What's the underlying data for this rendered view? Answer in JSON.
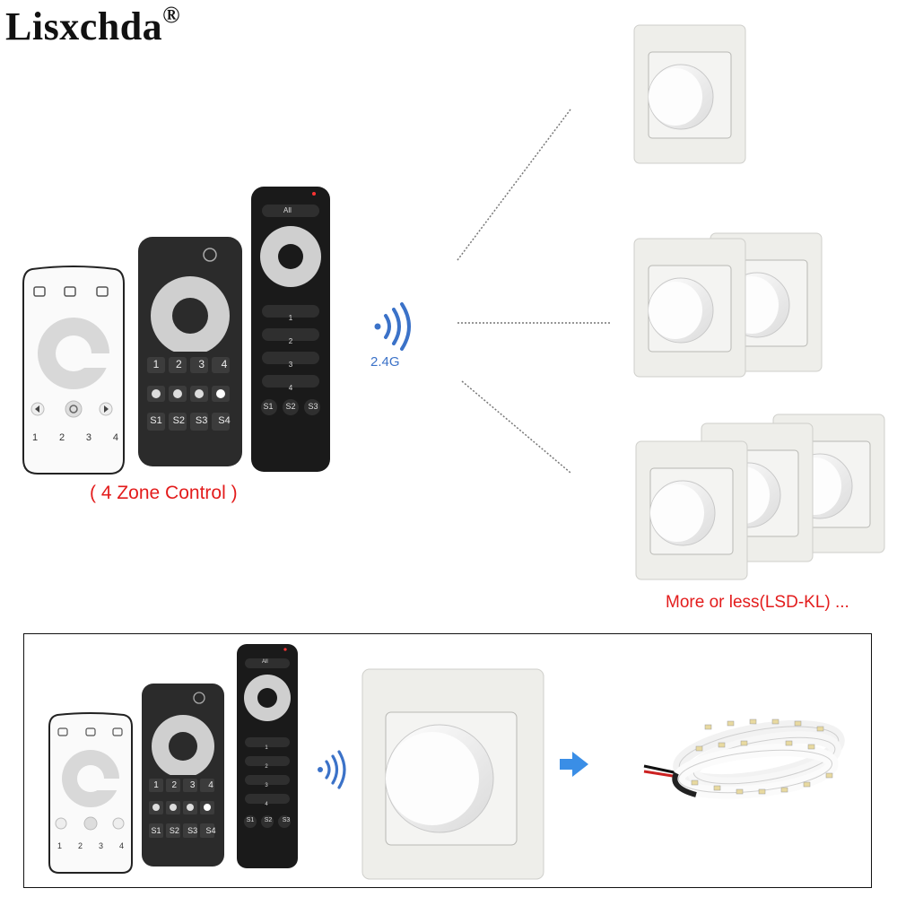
{
  "brand": {
    "name": "Lisxchda",
    "registered": "®"
  },
  "labels": {
    "zone_control": "( 4 Zone Control )",
    "more_or_less": "More or less(LSD-KL) ...",
    "signal": "2.4G"
  },
  "remote_white": {
    "numbers": [
      "1",
      "2",
      "3",
      "4"
    ]
  },
  "remote_dark": {
    "numbers": [
      "1",
      "2",
      "3",
      "4"
    ],
    "scene": [
      "S1",
      "S2",
      "S3",
      "S4"
    ]
  },
  "remote_slim": {
    "all_label": "All",
    "zones": [
      "1",
      "2",
      "3",
      "4"
    ],
    "scene": [
      "S1",
      "S2",
      "S3"
    ]
  },
  "colors": {
    "accent_red": "#e31c1c",
    "signal_blue": "#3b72c8",
    "arrow_blue": "#3a8ee6",
    "remote_dark": "#2b2b2b",
    "remote_black": "#1a1a1a"
  }
}
